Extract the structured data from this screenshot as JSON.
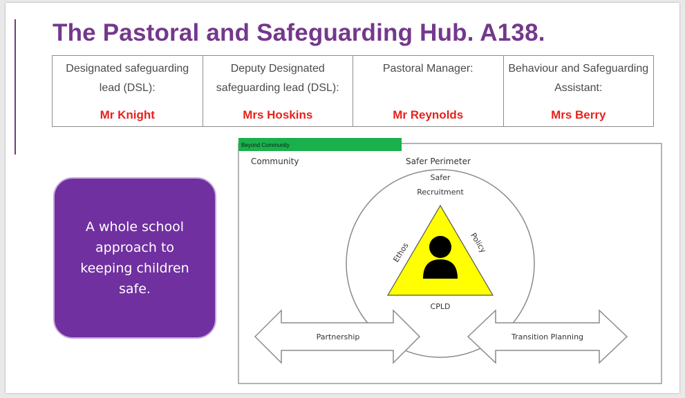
{
  "title": "The Pastoral and Safeguarding Hub. A138.",
  "staff": [
    {
      "role": "Designated safeguarding lead (DSL):",
      "name": "Mr Knight"
    },
    {
      "role": "Deputy Designated safeguarding lead (DSL):",
      "name": "Mrs Hoskins"
    },
    {
      "role": "Pastoral Manager:",
      "name": "Mr Reynolds"
    },
    {
      "role": "Behaviour and Safeguarding Assistant:",
      "name": "Mrs Berry"
    }
  ],
  "approach_box": "A whole school approach to keeping children safe.",
  "diagram": {
    "beyond_label": "Beyond Community",
    "community_label": "Community",
    "perimeter_label": "Safer Perimeter",
    "recruitment_label_line1": "Safer",
    "recruitment_label_line2": "Recruitment",
    "ethos_label": "Ethos",
    "policy_label": "Policy",
    "cpld_label": "CPLD",
    "partnership_label": "Partnership",
    "transition_label": "Transition Planning",
    "colors": {
      "beyond_bar": "#1ab04b",
      "triangle": "#ffff00",
      "person": "#000000"
    }
  },
  "colors": {
    "title": "#74388c",
    "names": "#e8211b",
    "purple_box": "#7030a0"
  }
}
